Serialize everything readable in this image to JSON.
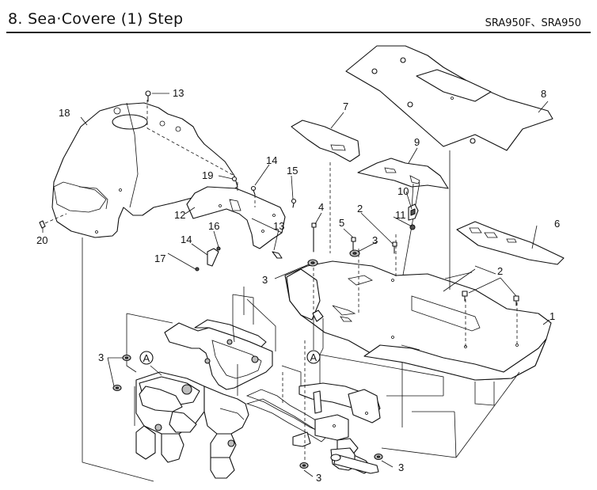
{
  "header": {
    "title": "8. Sea·Covere (1) Step",
    "models": "SRA950F、SRA950"
  },
  "callouts": {
    "c1": "1",
    "c2a": "2",
    "c2b": "2",
    "c3a": "3",
    "c3b": "3",
    "c3c": "3",
    "c3d": "3",
    "c3e": "3",
    "c4": "4",
    "c5": "5",
    "c6": "6",
    "c7": "7",
    "c8": "8",
    "c9": "9",
    "c10": "10",
    "c11": "11",
    "c12": "12",
    "c13a": "13",
    "c13b": "13",
    "c14a": "14",
    "c14b": "14",
    "c15": "15",
    "c16": "16",
    "c17": "17",
    "c18": "18",
    "c19": "19",
    "c20": "20",
    "refA1": "A",
    "refA2": "A"
  }
}
